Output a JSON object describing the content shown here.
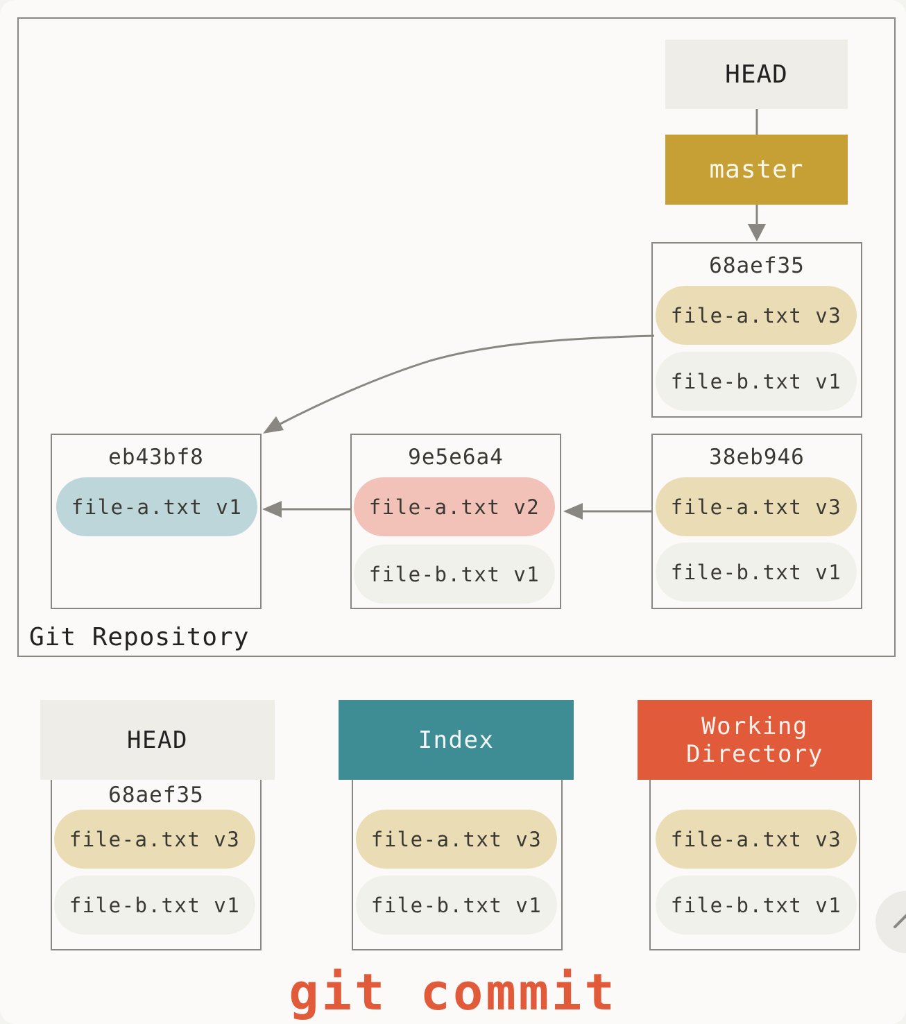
{
  "repository": {
    "label": "Git Repository",
    "head_ref": "HEAD",
    "branch_ref": "master",
    "commits": [
      {
        "id": "68aef35",
        "files": [
          "file-a.txt v3",
          "file-b.txt v1"
        ]
      },
      {
        "id": "eb43bf8",
        "files": [
          "file-a.txt v1"
        ]
      },
      {
        "id": "9e5e6a4",
        "files": [
          "file-a.txt v2",
          "file-b.txt v1"
        ]
      },
      {
        "id": "38eb946",
        "files": [
          "file-a.txt v3",
          "file-b.txt v1"
        ]
      }
    ]
  },
  "trees": [
    {
      "title": "HEAD",
      "commit": "68aef35",
      "files": [
        "file-a.txt v3",
        "file-b.txt v1"
      ]
    },
    {
      "title": "Index",
      "files": [
        "file-a.txt v3",
        "file-b.txt v1"
      ]
    },
    {
      "title": "Working\nDirectory",
      "files": [
        "file-a.txt v3",
        "file-b.txt v1"
      ]
    }
  ],
  "command": "git commit",
  "colors": {
    "head": "#efede7",
    "master": "#c6a035",
    "index": "#3e8c94",
    "working_directory": "#e15b3a",
    "file_a_v1": "#bcd6da",
    "file_a_v2": "#f2c2b9",
    "file_a_v3": "#eadcb4",
    "file_b": "#f1f1ec"
  }
}
